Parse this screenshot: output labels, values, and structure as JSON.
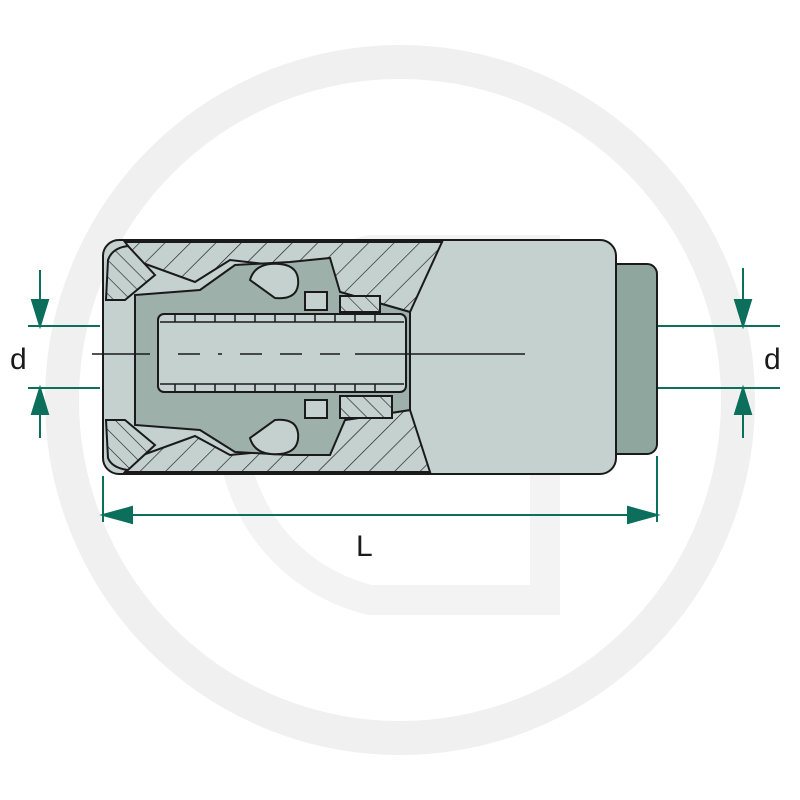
{
  "diagram": {
    "labels": {
      "bore_left": "d",
      "bore_right": "d",
      "length": "L"
    },
    "colors": {
      "dimension_arrow": "#0b6f5b",
      "body_fill": "#c4d1ce",
      "section_fill": "#9db0aa",
      "collar_fill": "#8fa69f",
      "outline": "#1a1a1a",
      "watermark": "#f0f0f0"
    },
    "icons": [
      "watermark-logo"
    ]
  }
}
